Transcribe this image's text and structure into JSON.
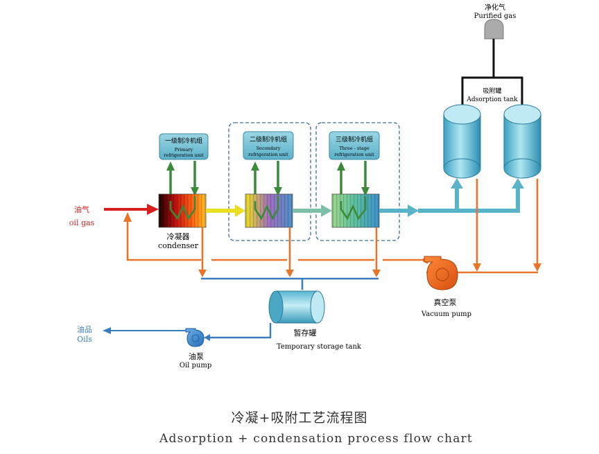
{
  "labels": {
    "purified_gas_cn": "净化气",
    "purified_gas_en": "Purified gas",
    "adsorption_tank_cn": "吸附罐",
    "adsorption_tank_en": "Adsorption tank",
    "unit1_cn": "一级制冷机组",
    "unit1_en_1": "Primary",
    "unit1_en_2": "refrigeration unit",
    "unit2_cn": "二级制冷机组",
    "unit2_en_1": "Secondary",
    "unit2_en_2": "refrigeration unit",
    "unit3_cn": "三级制冷机组",
    "unit3_en_1": "Three - stage",
    "unit3_en_2": "refrigeration unit",
    "oil_gas_cn": "油气",
    "oil_gas_en": "oil gas",
    "condenser_cn": "冷凝器",
    "condenser_en": "condenser",
    "vacuum_pump_cn": "真空泵",
    "vacuum_pump_en": "Vacuum pump",
    "storage_tank_cn": "暂存罐",
    "storage_tank_en": "Temporary storage tank",
    "oils_cn": "油品",
    "oils_en": "Oils",
    "oil_pump_cn": "油泵",
    "oil_pump_en": "Oil pump"
  },
  "caption": {
    "title_cn": "冷凝+吸附工艺流程图",
    "title_en": "Adsorption + condensation process flow chart"
  },
  "colors": {
    "orange": "#e8742a",
    "red": "#d81e1e",
    "green": "#3a8a3a",
    "teal": "#5ab4c8",
    "blue": "#3a7cc0",
    "dark_blue": "#2e6aa8",
    "unit_box": "#7cc4d4",
    "dashed": "#3c6e98"
  }
}
